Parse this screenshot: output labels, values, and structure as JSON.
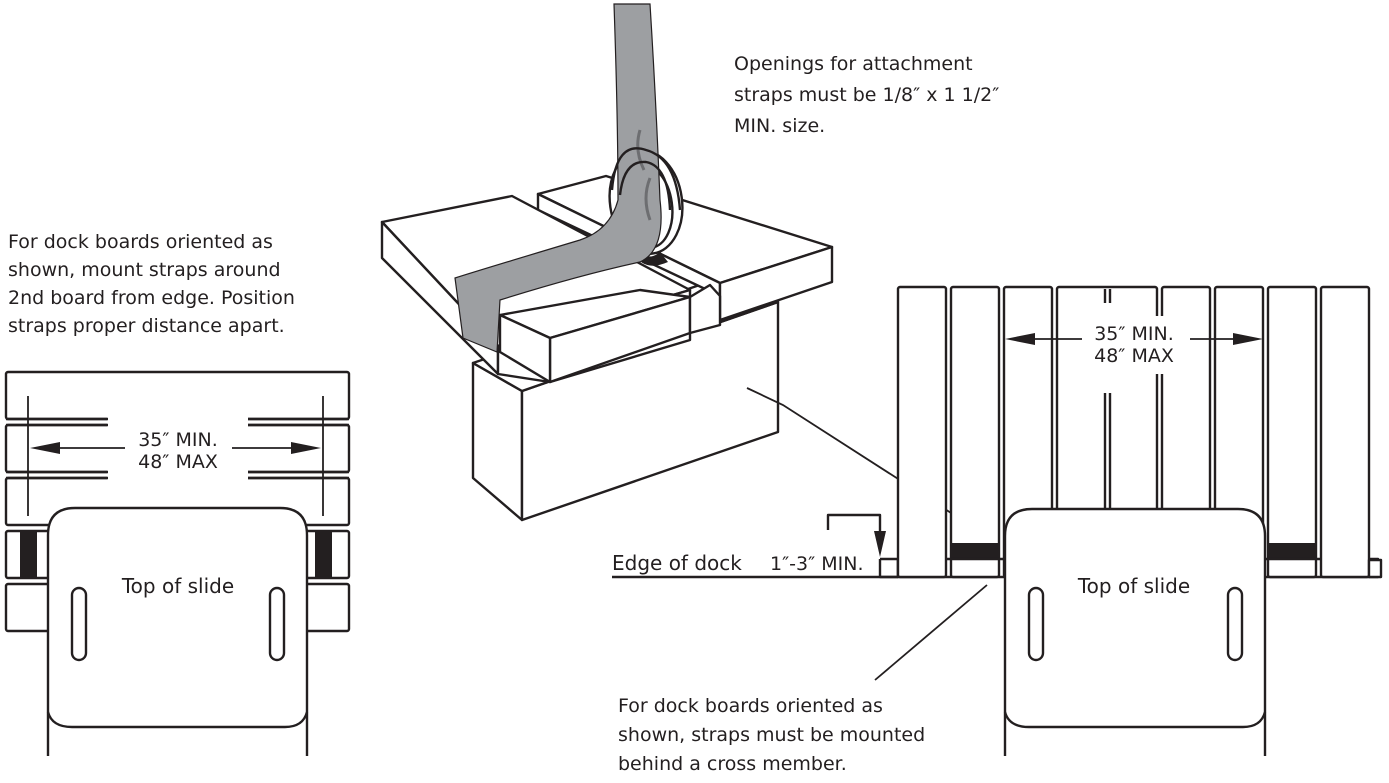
{
  "diagram": {
    "title": "Slide mounting strap installation",
    "notes": {
      "left": {
        "lines": [
          "For dock boards oriented as",
          "shown, mount straps around",
          "2nd board from edge. Position",
          "straps proper distance apart."
        ]
      },
      "top": {
        "lines": [
          "Openings for attachment",
          "straps must be 1/8″ x 1 1/2″",
          "MIN. size."
        ]
      },
      "bottom": {
        "lines": [
          "For dock boards oriented as",
          "shown, straps must be mounted",
          "behind a cross member."
        ]
      }
    },
    "left_view": {
      "dimension": {
        "line1": "35″ MIN.",
        "line2": "48″ MAX"
      },
      "slide_label": "Top of slide"
    },
    "right_view": {
      "dimension": {
        "line1": "35″ MIN.",
        "line2": "48″ MAX"
      },
      "slide_label": "Top of slide",
      "edge_label": "Edge of dock",
      "offset_label": "1″-3″ MIN."
    },
    "colors": {
      "line": "#231f20",
      "strap": "#9d9fa2",
      "background": "#ffffff"
    }
  }
}
